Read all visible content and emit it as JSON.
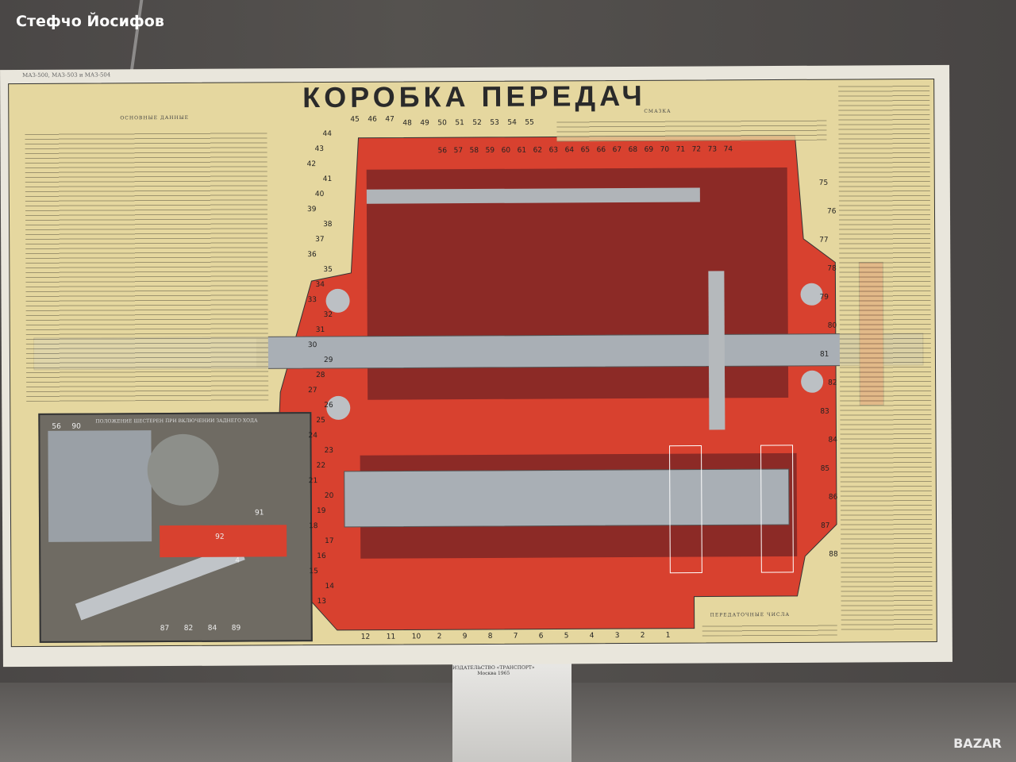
{
  "watermark": "Стефчо Йосифов",
  "logo": "BAZAR",
  "poster": {
    "series": "МАЗ-500, МАЗ-503 и МАЗ-504",
    "title": "КОРОБКА ПЕРЕДАЧ",
    "basic_data_heading": "ОСНОВНЫЕ ДАННЫЕ",
    "lubrication_heading": "СМАЗКА",
    "ratios_heading": "ПЕРЕДАТОЧНЫЕ ЧИСЛА",
    "inset_caption": "ПОЛОЖЕНИЕ ШЕСТЕРЕН ПРИ ВКЛЮЧЕНИИ ЗАДНЕГО ХОДА",
    "publisher": "ИЗДАТЕЛЬСТВО «ТРАНСПОРТ»",
    "publisher_city": "Москва 1965",
    "top_callouts": [
      "45",
      "46",
      "47",
      "48",
      "49",
      "50",
      "51",
      "52",
      "53",
      "54",
      "55",
      "56",
      "57",
      "58",
      "59",
      "60",
      "61",
      "62",
      "63",
      "64",
      "65",
      "66",
      "67",
      "68",
      "69",
      "70",
      "71",
      "72",
      "73",
      "74"
    ],
    "bottom_callouts": [
      "12",
      "11",
      "10",
      "2",
      "9",
      "8",
      "7",
      "6",
      "5",
      "4",
      "3",
      "2",
      "1"
    ],
    "left_callouts": [
      "44",
      "43",
      "42",
      "41",
      "40",
      "39",
      "38",
      "37",
      "36",
      "35",
      "34",
      "33",
      "32",
      "31",
      "30",
      "29",
      "28",
      "27",
      "26",
      "25",
      "24",
      "23",
      "22",
      "21",
      "20",
      "19",
      "18",
      "17",
      "16",
      "15",
      "14",
      "13"
    ],
    "right_callouts": [
      "75",
      "76",
      "77",
      "78",
      "79",
      "80",
      "81",
      "82",
      "83",
      "84",
      "85",
      "86",
      "87",
      "88"
    ],
    "inset_callouts": [
      "56",
      "90",
      "91",
      "92",
      "4",
      "87",
      "82",
      "84",
      "89"
    ]
  }
}
